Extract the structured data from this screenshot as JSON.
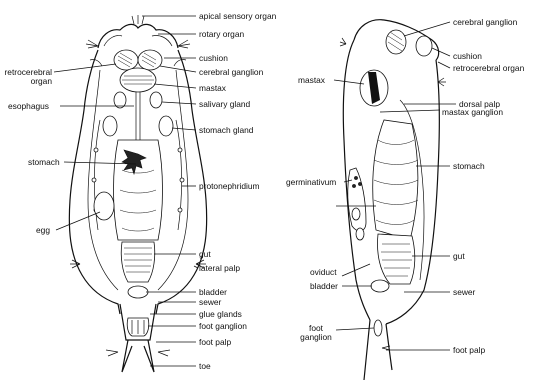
{
  "left_labels": {
    "apical_sensory_organ": "apical sensory organ",
    "rotary_organ": "rotary organ",
    "cushion": "cushion",
    "retrocerebral_organ": "retrocerebral\norgan",
    "cerebral_ganglion": "cerebral ganglion",
    "mastax": "mastax",
    "esophagus": "esophagus",
    "salivary_gland": "salivary gland",
    "stomach_gland": "stomach gland",
    "stomach": "stomach",
    "protonephridium": "protonephridium",
    "egg": "egg",
    "gut": "gut",
    "lateral_palp": "lateral palp",
    "bladder": "bladder",
    "sewer": "sewer",
    "glue_glands": "glue glands",
    "foot_ganglion": "foot ganglion",
    "foot_palp": "foot palp",
    "toe": "toe"
  },
  "right_labels": {
    "cerebral_ganglion": "cerebral ganglion",
    "cushion": "cushion",
    "retrocerebral_organ": "retrocerebral organ",
    "mastax": "mastax",
    "dorsal_palp": "dorsal palp",
    "mastax_ganglion": "mastax ganglion",
    "stomach": "stomach",
    "germinativum": "germinativum",
    "gut": "gut",
    "oviduct": "oviduct",
    "bladder": "bladder",
    "sewer": "sewer",
    "foot_ganglion": "foot\nganglion",
    "foot_palp": "foot palp"
  }
}
